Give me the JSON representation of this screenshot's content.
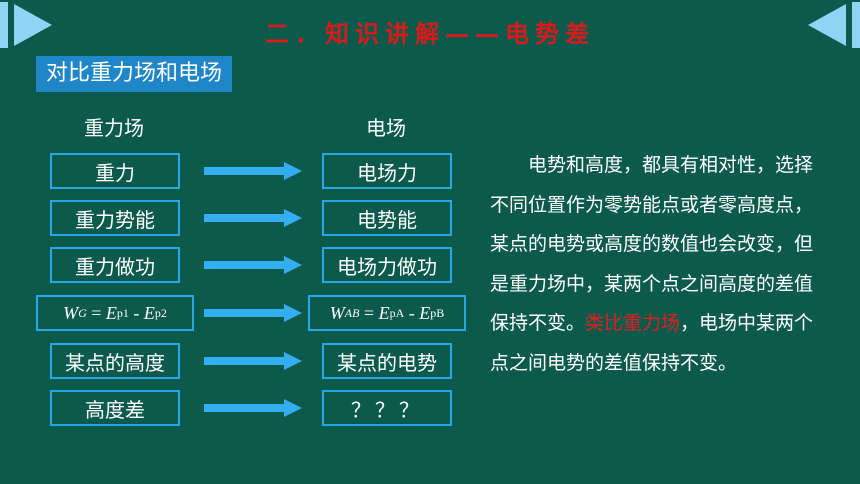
{
  "header": {
    "title": "二．知识讲解——电势差"
  },
  "section": {
    "heading": "对比重力场和电场"
  },
  "columns": {
    "left_heading": "重力场",
    "right_heading": "电场"
  },
  "rows": [
    {
      "left": "重力",
      "right": "电场力"
    },
    {
      "left": "重力势能",
      "right": "电势能"
    },
    {
      "left": "重力做功",
      "right": "电场力做功"
    },
    {
      "left": "某点的高度",
      "right": "某点的电势"
    },
    {
      "left": "高度差",
      "right": "？？？"
    }
  ],
  "formulas": {
    "left": {
      "W": "W",
      "W_sub": "G",
      "eq": " = ",
      "E1": "E",
      "E1_sub": "p1",
      "minus": " - ",
      "E2": "E",
      "E2_sub": "p2"
    },
    "right": {
      "W": "W",
      "W_sub": "AB",
      "eq": " = ",
      "E1": "E",
      "E1_sub": "pA",
      "minus": " - ",
      "E2": "E",
      "E2_sub": "pB"
    }
  },
  "paragraph": {
    "part1": "电势和高度，都具有相对性，选择不同位置作为零势能点或者零高度点，某点的电势或高度的数值也会改变，但是重力场中，某两个点之间高度的差值保持不变。",
    "highlight": "类比重力场",
    "part2": "，电场中某两个点之间电势的差值保持不变。"
  },
  "colors": {
    "background": "#0c5a4c",
    "accent": "#29a8e8",
    "title": "#d81a1a",
    "arrow": "#35aef0"
  },
  "icons": {
    "left_corner": "play-triangle-icon",
    "right_corner": "play-triangle-reversed-icon",
    "row_arrow": "right-arrow-icon"
  }
}
